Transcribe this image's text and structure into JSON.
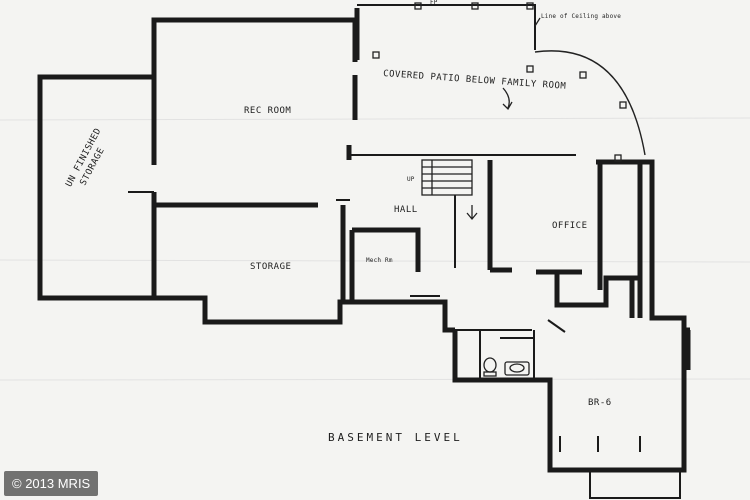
{
  "rooms": {
    "rec_room": "REC ROOM",
    "unfinished_storage_line1": "UN FINISHED",
    "unfinished_storage_line2": "STORAGE",
    "storage": "STORAGE",
    "hall": "HALL",
    "mech_room": "Mech Rm",
    "office": "OFFICE",
    "br6": "BR-6",
    "up": "UP",
    "fp": "FP"
  },
  "annotations": {
    "covered_patio": "COVERED PATIO BELOW FAMILY ROOM",
    "line_of_ceiling": "Line of Ceiling above",
    "level_title": "BASEMENT LEVEL"
  },
  "watermark": {
    "text": "© 2013 MRIS"
  },
  "colors": {
    "paper": "#f4f4f2",
    "ink": "#1a1a1a"
  }
}
